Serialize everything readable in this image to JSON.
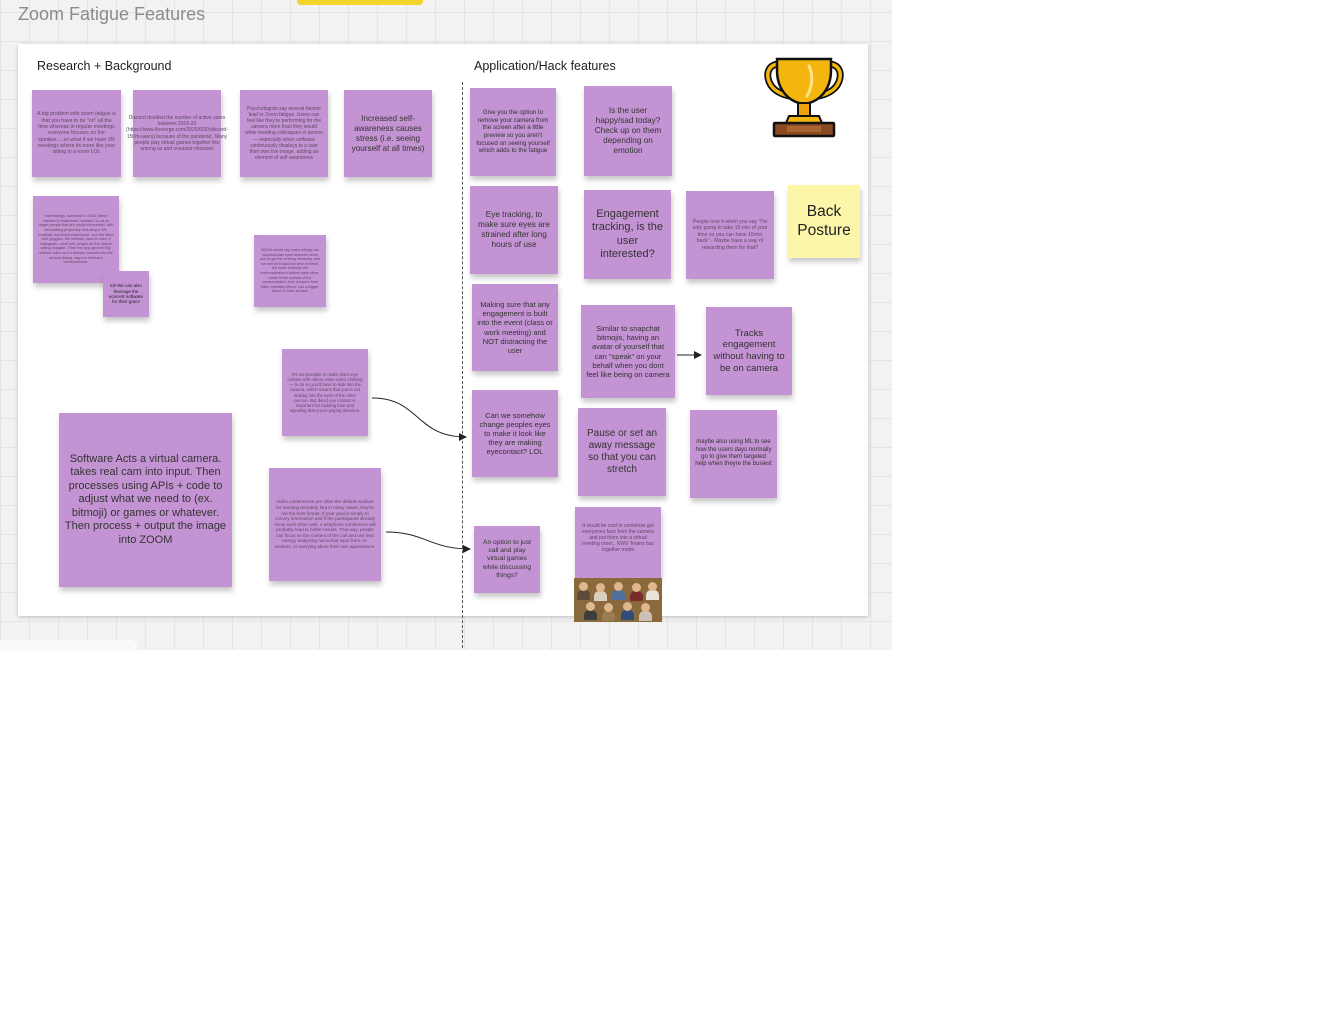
{
  "board": {
    "title": "Zoom Fatigue Features"
  },
  "sections": {
    "left_label": "Research + Background",
    "right_label": "Application/Hack features"
  },
  "stickies": {
    "r1": "A big problem with zoom fatigue is that you have to be \"on\" all the time whereas in regular meetings everyone focuses on the speaker.... so what if we have VR meetings where its more like your sitting in a room LOL",
    "r2": "Discord doubled the number of active users between 2019-20 (https://www.theverge.com/2020/6/30/discord-150m-users) because of the pandemic. Many people play virtual games together like among us and oneastar missions",
    "r3": "Psychologists say several factors lead to Zoom fatigue. Users can feel like they're performing for the camera more than they would while meeting colleagues in person — especially when software continuously displays to a user their own live image, adding an element of self awareness",
    "r4": "Increased self-awareness causes stress (i.e. seeing yourself at all times)",
    "r5": "Interestingly, launched in 2018, Mmm wanted to implement \"avatars\" so as to target people that are social introverted, with introverting physically including a VR-enabled, handheld experience, and the fitted with goggles, the inventor used to stare it Instagram, could see people do the videos sitting hopgate. Then the app ignored Mly, without video and it already wounds into the annual dialog, ways to Hmmm's extracurricular.",
    "r6": "lol! We can also leverage the ecosAR software for their grace",
    "r7": "WOHA would say, make beings can communicate eyes between users and to get the sharing hierarchy, and we can hit it back the time of these, the entire software the communication's bottom each other, made better contact of the communication from a trace's from bites, mentally effects; use a bigger, blend of looks at ease",
    "r8": "It's not possible to make direct eye contact with others when video chatting — to do so you'd have to look into the camera, which means that you're not looking into the eyes of the other person. But direct eye contact is important for building trust and signaling that you're paying attention.",
    "r9": "Software Acts a virtual camera. takes real cam into input. Then processes using APIs + code to adjust what we need to (ex. bitmoji) or games or whatever. Then process + output the image into ZOOM",
    "r10": "Video conferences are often the default medium for meeting remotely. But in many cases, they're not the best format. If your goal is simply to convey information and if the participants already know each other well, a telephone conference will probably lead to better results. That way, people can focus on the content of the call and use less energy analyzing nonverbal input from co-workers, or worrying about their own appearance.",
    "a1": "Give you the option to remove your camera from the screen after a little preview so you aren't focused on seeing yourself which adds to the fatigue",
    "a2": "Is the user happy/sad today? Check up on them depending on emotion",
    "a3": "Eye tracking, to make sure eyes are strained after long hours of use",
    "a4": "Engagement tracking, is the user interested?",
    "a5": "People love it when you say \"I'm only going to take 15 min of your time so you can have 15min back\" - Maybe have a way of rewarding them for that?",
    "a6": "Back Posture",
    "a7": "Making sure that any engagement is built into the event (class or work meeting) and NOT distracting the user",
    "a8": "Similar to snapchat bitmojis, having an avatar of yourself that can \"speak\" on your behalf when you dont feel like being on camera",
    "a9": "Tracks engagement without having to be on camera",
    "a10": "Can we somehow change peoples eyes to make it look like they are making eyecontact? LOL",
    "a11": "Pause or set an away message so that you can stretch",
    "a12": "maybe also using ML to see how the users days normally go to give them targeted help when theyre the busiest",
    "a13": "An option to just call and play virtual games while discussing things?",
    "a14": "It would be cool to somehow get everyones face from the camera and put them into a virtual meeting room.. NWV Teams has together mode"
  },
  "icons": {
    "trophy": "trophy-icon",
    "photo": "team-photo"
  },
  "colors": {
    "sticky_purple": "#c493d3",
    "sticky_yellow": "#fcf6a8",
    "trophy_gold": "#f5b50f",
    "board_bg": "#f2f2f2"
  }
}
